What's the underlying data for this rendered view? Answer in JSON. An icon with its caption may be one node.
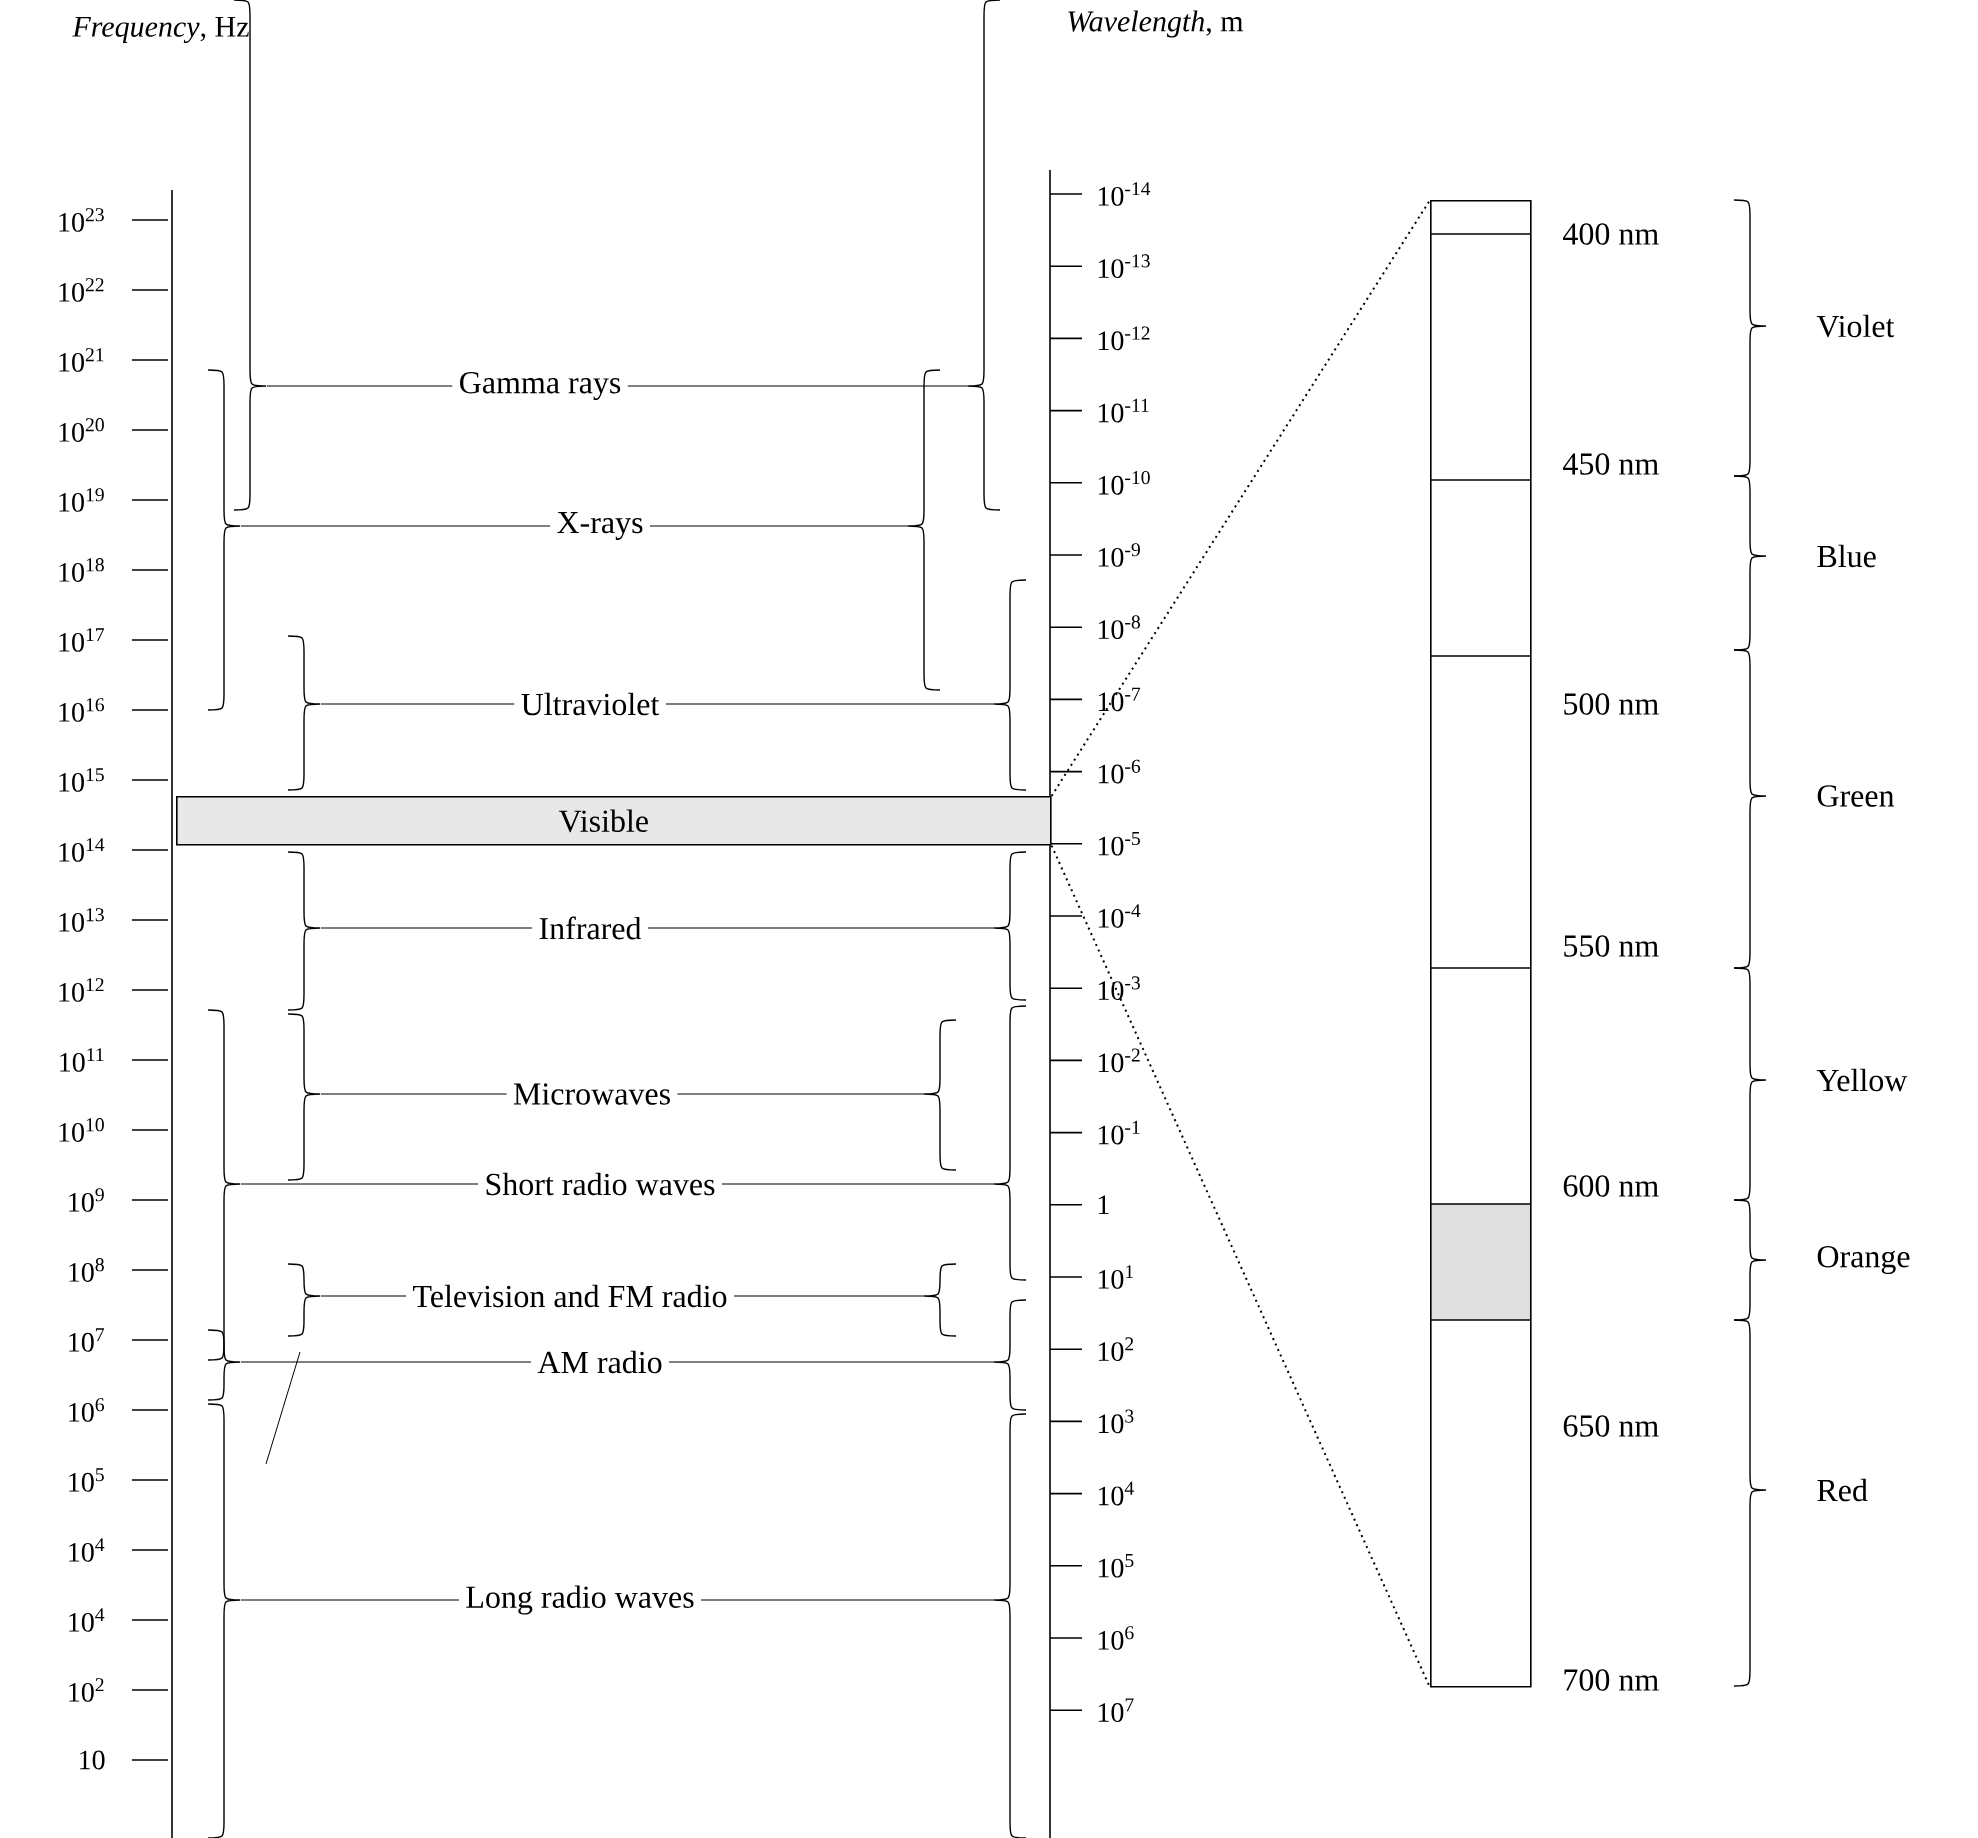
{
  "diagram": {
    "nodes": [
      {
        "text": [
          "Gamma rays"
        ]
      },
      {
        "text": [
          "X-rays"
        ]
      },
      {
        "text": [
          "Ultraviolet"
        ]
      },
      {
        "text": [
          "Visible"
        ]
      },
      {
        "text": [
          "Infrared"
        ]
      },
      {
        "text": [
          "Microwaves"
        ]
      },
      {
        "text": [
          "Short radio waves"
        ]
      },
      {
        "text": [
          "Television and FM radio"
        ]
      },
      {
        "text": [
          "AM radio"
        ]
      },
      {
        "text": [
          "Long radio waves"
        ]
      },
      {
        "text": [],
        "shape": "bar"
      },
      {
        "text": [],
        "shape": "brace"
      },
      {
        "text": [],
        "shape": "brace"
      },
      {
        "text": [],
        "shape": "brace"
      },
      {
        "text": [],
        "shape": "brace"
      },
      {
        "text": [],
        "shape": "brace"
      },
      {
        "text": [],
        "shape": "brace"
      },
      {
        "text": [],
        "shape": "brace"
      },
      {
        "text": [],
        "shape": "brace"
      },
      {
        "text": [],
        "shape": "brace"
      },
      {
        "text": [],
        "shape": "brace"
      },
      {
        "text": [],
        "shape": "brace"
      },
      {
        "text": [],
        "shape": "brace"
      },
      {
        "text": [],
        "shape": "brace"
      },
      {
        "text": [],
        "shape": "brace"
      },
      {
        "text": [],
        "shape": "brace"
      },
      {
        "text": [],
        "shape": "brace"
      },
      {
        "text": [],
        "shape": "brace"
      },
      {
        "text": [],
        "shape": "brace"
      }
    ],
    "edges": [
      {
        "from": 0,
        "to": 11,
        "arrow": "none"
      },
      {
        "from": 0,
        "to": 20,
        "arrow": "none"
      },
      {
        "from": 1,
        "to": 12,
        "arrow": "none"
      },
      {
        "from": 1,
        "to": 21,
        "arrow": "none"
      },
      {
        "from": 2,
        "to": 13,
        "arrow": "none"
      },
      {
        "from": 2,
        "to": 22,
        "arrow": "none"
      },
      {
        "from": 4,
        "to": 14,
        "arrow": "none"
      },
      {
        "from": 4,
        "to": 23,
        "arrow": "none"
      },
      {
        "from": 5,
        "to": 15,
        "arrow": "none"
      },
      {
        "from": 5,
        "to": 24,
        "arrow": "none"
      },
      {
        "from": 6,
        "to": 16,
        "arrow": "none"
      },
      {
        "from": 6,
        "to": 25,
        "arrow": "none"
      },
      {
        "from": 7,
        "to": 17,
        "arrow": "none"
      },
      {
        "from": 7,
        "to": 26,
        "arrow": "none"
      },
      {
        "from": 8,
        "to": 18,
        "arrow": "none"
      },
      {
        "from": 8,
        "to": 27,
        "arrow": "none"
      },
      {
        "from": 9,
        "to": 19,
        "arrow": "none"
      },
      {
        "from": 9,
        "to": 28,
        "arrow": "none"
      },
      {
        "from": 3,
        "to": 10,
        "arrow": "none",
        "style": "dashed"
      },
      {
        "from": 3,
        "to": 10,
        "arrow": "none",
        "style": "dashed"
      }
    ],
    "labels": [
      "*Frequency*, Hz",
      "*Wavelength*, m",
      "10$^{23}$",
      "10$^{22}$",
      "10$^{21}$",
      "10$^{20}$",
      "10$^{19}$",
      "10$^{18}$",
      "10$^{17}$",
      "10$^{16}$",
      "10$^{15}$",
      "10$^{14}$",
      "10$^{13}$",
      "10$^{12}$",
      "10$^{11}$",
      "10$^{10}$",
      "10$^{9}$",
      "10$^{8}$",
      "10$^{7}$",
      "10$^{6}$",
      "10$^{5}$",
      "10$^{4}$",
      "10$^{4}$",
      "10$^{2}$",
      "10",
      "10$^{-14}$",
      "10$^{-13}$",
      "10$^{-12}$",
      "10$^{-11}$",
      "10$^{-10}$",
      "10$^{-9}$",
      "10$^{-8}$",
      "10$^{-7}$",
      "10$^{-6}$",
      "10$^{-5}$",
      "10$^{-4}$",
      "10$^{-3}$",
      "10$^{-2}$",
      "10$^{-1}$",
      "1",
      "10$^{1}$",
      "10$^{2}$",
      "10$^{3}$",
      "10$^{4}$",
      "10$^{5}$",
      "10$^{6}$",
      "10$^{7}$",
      "400 nm",
      "450 nm",
      "500 nm",
      "550 nm",
      "600 nm",
      "650 nm",
      "700 nm",
      "Violet",
      "Blue",
      "Green",
      "Yellow",
      "Orange",
      "Red"
    ]
  }
}
